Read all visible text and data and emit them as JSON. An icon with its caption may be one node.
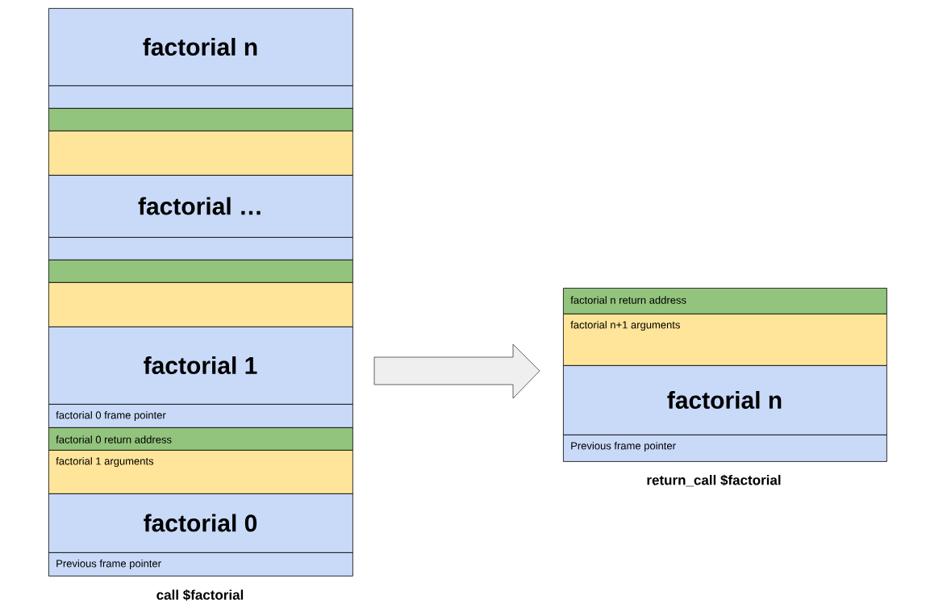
{
  "diagram": {
    "nodes": [
      {
        "text": [
          "factorial n"
        ]
      },
      {
        "text": [],
        "shape": "box"
      },
      {
        "text": [],
        "shape": "box"
      },
      {
        "text": [],
        "shape": "box"
      },
      {
        "text": [
          "factorial …"
        ]
      },
      {
        "text": [],
        "shape": "box"
      },
      {
        "text": [],
        "shape": "box"
      },
      {
        "text": [],
        "shape": "box"
      },
      {
        "text": [
          "factorial 1"
        ]
      },
      {
        "text": [
          "factorial 0 frame pointer"
        ]
      },
      {
        "text": [
          "factorial 0 return address"
        ]
      },
      {
        "text": [
          "factorial 1 arguments"
        ]
      },
      {
        "text": [
          "factorial 0"
        ]
      },
      {
        "text": [
          "Previous frame pointer"
        ]
      },
      {
        "text": [
          "factorial n return address"
        ]
      },
      {
        "text": [
          "factorial n+1 arguments"
        ]
      },
      {
        "text": [
          "factorial n"
        ]
      },
      {
        "text": [
          "Previous frame pointer"
        ]
      }
    ],
    "labels": [
      "call $factorial",
      "return_call $factorial"
    ]
  }
}
